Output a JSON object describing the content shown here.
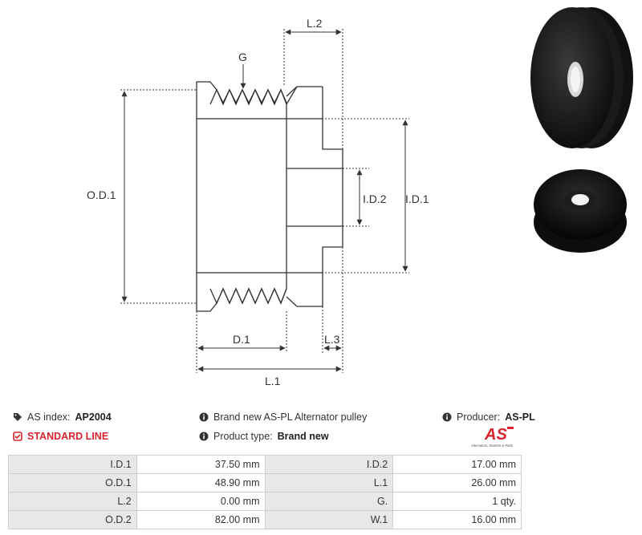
{
  "drawing": {
    "labels": {
      "od1": "O.D.1",
      "g": "G",
      "l2": "L.2",
      "id2": "I.D.2",
      "id1": "I.D.1",
      "d1": "D.1",
      "l3": "L.3",
      "l1": "L.1"
    }
  },
  "info": {
    "as_index_label": "AS index:",
    "as_index_value": "AP2004",
    "standard_line": "STANDARD LINE",
    "description": "Brand new AS-PL Alternator pulley",
    "product_type_label": "Product type:",
    "product_type_value": "Brand new",
    "producer_label": "Producer:",
    "producer_value": "AS-PL"
  },
  "logo": {
    "mark": "AS",
    "tagline": "Alternators, Starters & Parts",
    "color": "#d9232e"
  },
  "specs": [
    [
      {
        "label": "I.D.1",
        "value": "37.50 mm"
      },
      {
        "label": "I.D.2",
        "value": "17.00 mm"
      }
    ],
    [
      {
        "label": "O.D.1",
        "value": "48.90 mm"
      },
      {
        "label": "L.1",
        "value": "26.00 mm"
      }
    ],
    [
      {
        "label": "L.2",
        "value": "0.00 mm"
      },
      {
        "label": "G.",
        "value": "1 qty."
      }
    ],
    [
      {
        "label": "O.D.2",
        "value": "82.00 mm"
      },
      {
        "label": "W.1",
        "value": "16.00 mm"
      }
    ]
  ]
}
